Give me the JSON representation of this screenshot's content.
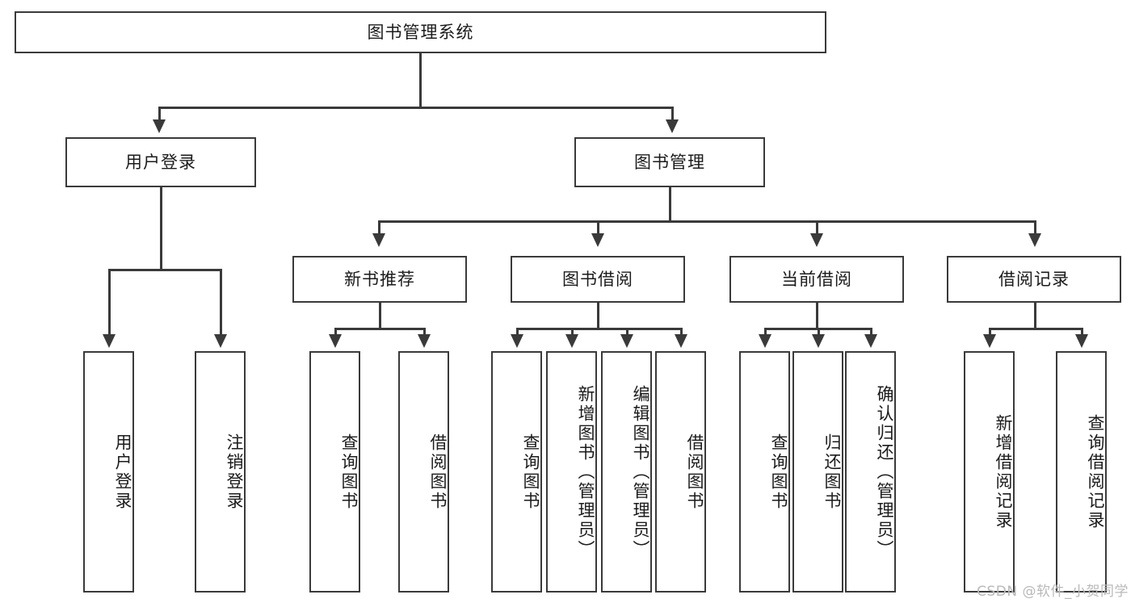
{
  "diagram": {
    "title": "图书管理系统",
    "type": "tree-hierarchy",
    "watermark": "CSDN @软件_小贺同学",
    "colors": {
      "stroke": "#3a3a3a",
      "fill": "#ffffff",
      "text": "#1b1b1b",
      "watermark": "#b9b9b9"
    }
  },
  "root": {
    "label": "图书管理系统"
  },
  "level2": [
    {
      "label": "用户登录"
    },
    {
      "label": "图书管理"
    }
  ],
  "level3": [
    {
      "label": "新书推荐"
    },
    {
      "label": "图书借阅"
    },
    {
      "label": "当前借阅"
    },
    {
      "label": "借阅记录"
    }
  ],
  "leaves": {
    "user_login": [
      {
        "label": "用户登录"
      },
      {
        "label": "注销登录"
      }
    ],
    "new_book_recommend": [
      {
        "label": "查询图书"
      },
      {
        "label": "借阅图书"
      }
    ],
    "book_borrow": [
      {
        "label": "查询图书"
      },
      {
        "label": "新增图书（管理员）"
      },
      {
        "label": "编辑图书（管理员）"
      },
      {
        "label": "借阅图书"
      }
    ],
    "current_borrow": [
      {
        "label": "查询图书"
      },
      {
        "label": "归还图书"
      },
      {
        "label": "确认归还（管理员）"
      }
    ],
    "borrow_record": [
      {
        "label": "新增借阅记录"
      },
      {
        "label": "查询借阅记录"
      }
    ]
  }
}
